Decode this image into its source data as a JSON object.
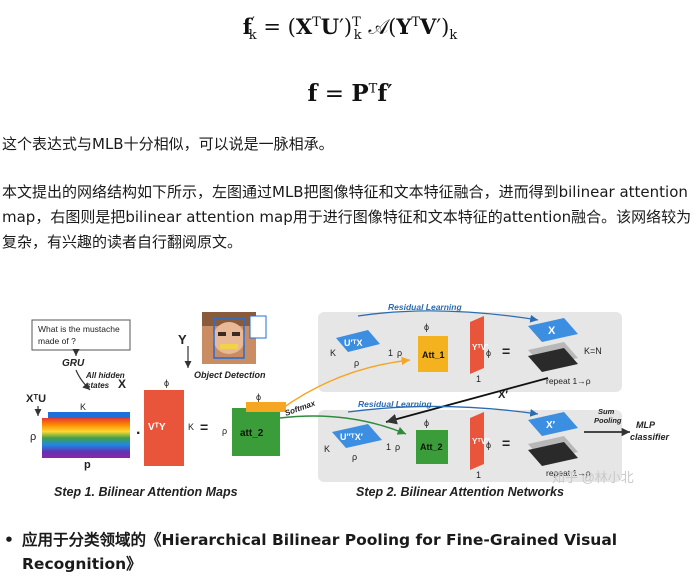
{
  "formulas": {
    "eq1": "f′k = (XᵀU′)ᵀk 𝒜(YᵀV′)k",
    "eq2": "f = Pᵀf′"
  },
  "paragraphs": {
    "p1": "这个表达式与MLB十分相似，可以说是一脉相承。",
    "p2": "本文提出的网络结构如下所示，左图通过MLB把图像特征和文本特征融合，进而得到bilinear attention map，右图则是把bilinear attention map用于进行图像特征和文本特征的attention融合。该网络较为复杂，有兴趣的读者自行翻阅原文。"
  },
  "figure": {
    "question": "What is the mustache made of ?",
    "gru": "GRU",
    "all_hidden": "All hidden states",
    "x": "X",
    "xtu": "XᵀU",
    "k": "K",
    "rho": "ρ",
    "p": "p",
    "y": "Y",
    "object_detection": "Object Detection",
    "phi": "ϕ",
    "vty": "VᵀY",
    "att2": "att_2",
    "softmax": "Softmax",
    "residual1": "Residual Learning",
    "residual2": "Residual Learning",
    "utx": "U′ᵀX",
    "one": "1",
    "att1_label": "Att_1",
    "ytv": "YᵀV′",
    "x_right": "X",
    "k_eq_n": "K=N",
    "repeat": "repeat 1→ρ",
    "x_prime": "X′",
    "utx2": "U″ᵀX′",
    "att2b": "Att_2",
    "ytv2": "YᵀV″",
    "x_prime_right": "X′",
    "repeat2": "repeat 1→ρ",
    "sum_pooling": "Sum Pooling",
    "mlp": "MLP classifier",
    "step1": "Step 1. Bilinear Attention Maps",
    "step2": "Step 2. Bilinear Attention Networks",
    "watermark": "知乎 @林小北"
  },
  "bullet": {
    "symbol": "•",
    "text": "应用于分类领域的《Hierarchical Bilinear Pooling for Fine-Grained Visual Recognition》"
  }
}
